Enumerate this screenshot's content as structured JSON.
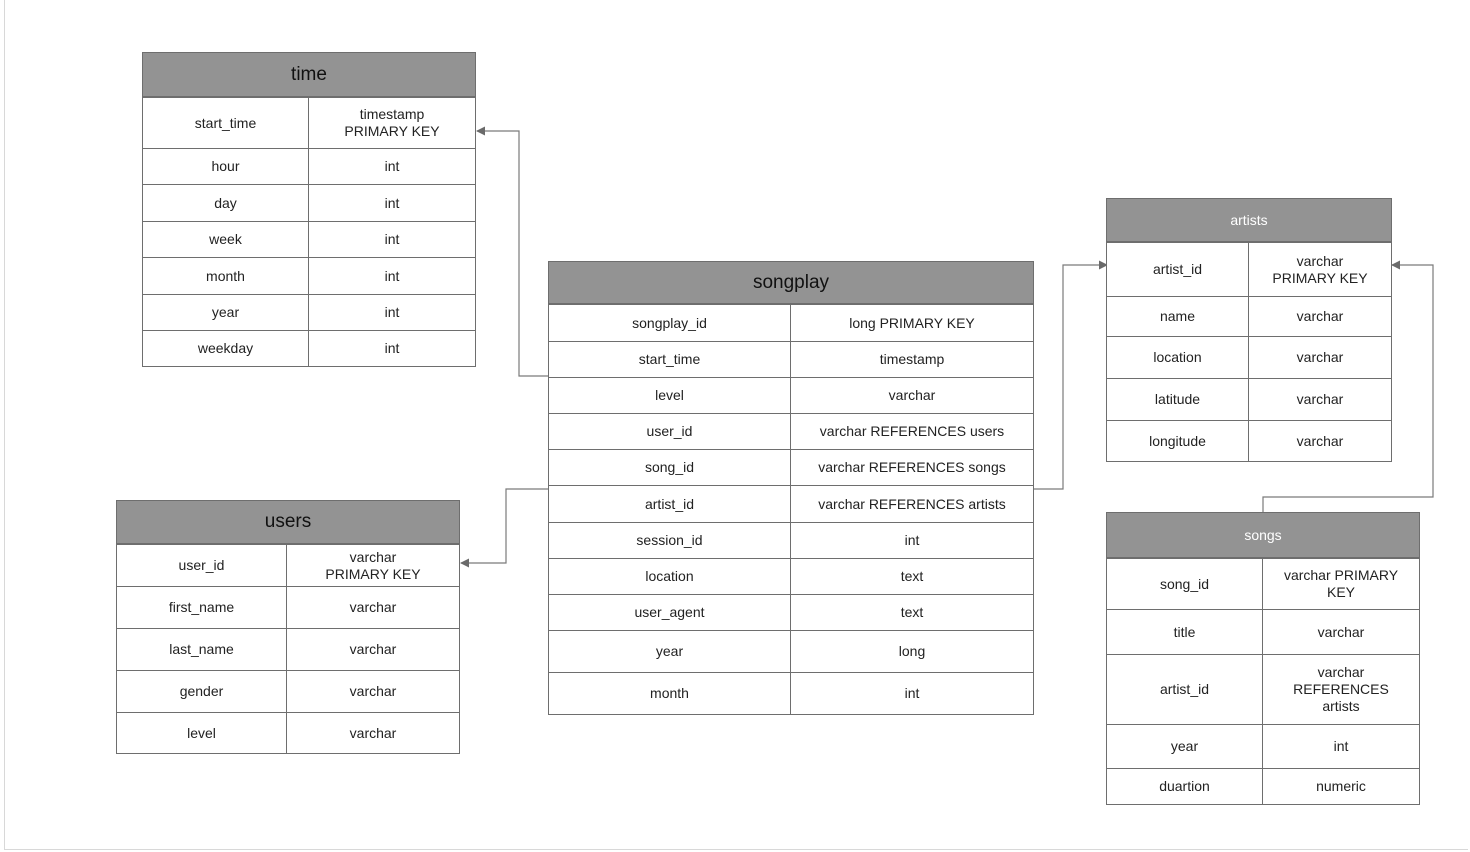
{
  "tables": {
    "time": {
      "title": "time",
      "rows": [
        {
          "name": "start_time",
          "type": "timestamp\nPRIMARY KEY"
        },
        {
          "name": "hour",
          "type": "int"
        },
        {
          "name": "day",
          "type": "int"
        },
        {
          "name": "week",
          "type": "int"
        },
        {
          "name": "month",
          "type": "int"
        },
        {
          "name": "year",
          "type": "int"
        },
        {
          "name": "weekday",
          "type": "int"
        }
      ]
    },
    "users": {
      "title": "users",
      "rows": [
        {
          "name": "user_id",
          "type": "varchar\nPRIMARY KEY"
        },
        {
          "name": "first_name",
          "type": "varchar"
        },
        {
          "name": "last_name",
          "type": "varchar"
        },
        {
          "name": "gender",
          "type": "varchar"
        },
        {
          "name": "level",
          "type": "varchar"
        }
      ]
    },
    "songplay": {
      "title": "songplay",
      "rows": [
        {
          "name": "songplay_id",
          "type": "long  PRIMARY KEY"
        },
        {
          "name": "start_time",
          "type": "timestamp"
        },
        {
          "name": "level",
          "type": "varchar"
        },
        {
          "name": "user_id",
          "type": "varchar REFERENCES users"
        },
        {
          "name": "song_id",
          "type": "varchar REFERENCES songs"
        },
        {
          "name": "artist_id",
          "type": "varchar REFERENCES artists"
        },
        {
          "name": "session_id",
          "type": "int"
        },
        {
          "name": "location",
          "type": "text"
        },
        {
          "name": "user_agent",
          "type": "text"
        },
        {
          "name": "year",
          "type": "long"
        },
        {
          "name": "month",
          "type": "int"
        }
      ]
    },
    "artists": {
      "title": "artists",
      "rows": [
        {
          "name": "artist_id",
          "type": "varchar\nPRIMARY KEY"
        },
        {
          "name": "name",
          "type": "varchar"
        },
        {
          "name": "location",
          "type": "varchar"
        },
        {
          "name": "latitude",
          "type": "varchar"
        },
        {
          "name": "longitude",
          "type": "varchar"
        }
      ]
    },
    "songs": {
      "title": "songs",
      "rows": [
        {
          "name": "song_id",
          "type": "varchar PRIMARY\nKEY"
        },
        {
          "name": "title",
          "type": "varchar"
        },
        {
          "name": "artist_id",
          "type": "varchar\nREFERENCES\nartists"
        },
        {
          "name": "year",
          "type": "int"
        },
        {
          "name": "duartion",
          "type": "numeric"
        }
      ]
    }
  },
  "colors": {
    "header_fill": "#939393",
    "border": "#6e6e6e",
    "connector": "#7a7a7a"
  }
}
